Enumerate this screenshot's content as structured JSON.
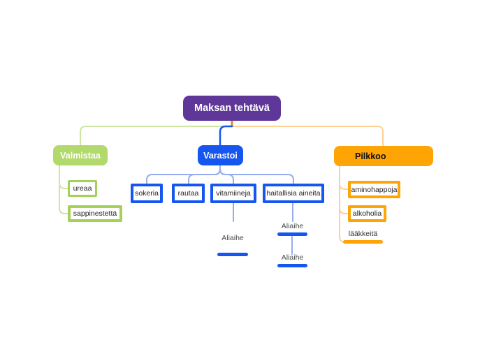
{
  "colors": {
    "purple": "#5e3799",
    "green": "#b2d96b",
    "green-border": "#a5d158",
    "green-line": "#cde6a3",
    "blue": "#1656f0",
    "blue-line": "#95acf2",
    "orange": "#ffa405",
    "orange-line": "#ffd193",
    "stub": "#d98c30",
    "text": "#1f1f1f",
    "subtle-text": "#4a4a4a"
  },
  "mindmap": {
    "root": {
      "label": "Maksan tehtävä",
      "color": "#5e3799"
    },
    "branches": [
      {
        "label": "Valmistaa",
        "accent": "#b2d96b",
        "children": [
          {
            "label": "ureaa",
            "style": "box"
          },
          {
            "label": "sappinestettä",
            "style": "box"
          }
        ]
      },
      {
        "label": "Varastoi",
        "accent": "#1656f0",
        "children": [
          {
            "label": "sokeria",
            "style": "box"
          },
          {
            "label": "rautaa",
            "style": "box"
          },
          {
            "label": "vitamiineja",
            "style": "box",
            "children": [
              {
                "label": "Aliaihe",
                "style": "line"
              }
            ]
          },
          {
            "label": "haitallisia aineita",
            "style": "box",
            "children": [
              {
                "label": "Aliaihe",
                "style": "line",
                "children": [
                  {
                    "label": "Aliaihe",
                    "style": "line"
                  }
                ]
              }
            ]
          }
        ]
      },
      {
        "label": "Pilkkoo",
        "accent": "#ffa405",
        "children": [
          {
            "label": "aminohappoja",
            "style": "box"
          },
          {
            "label": "alkoholia",
            "style": "box"
          },
          {
            "label": "lääkkeitä",
            "style": "line"
          }
        ]
      }
    ]
  }
}
